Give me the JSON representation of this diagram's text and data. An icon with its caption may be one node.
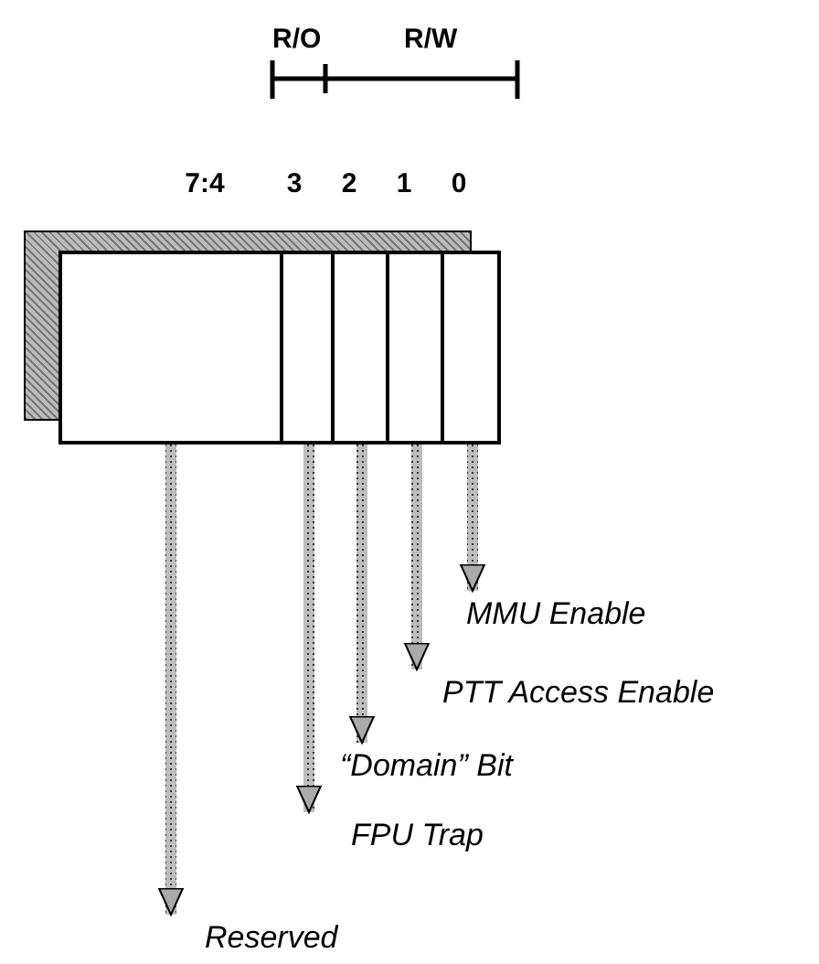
{
  "diagram": {
    "nodes": [
      {
        "text": [],
        "shape": "box"
      },
      {
        "text": [],
        "shape": "box",
        "in": 0
      },
      {
        "text": [],
        "shape": "box",
        "in": 0
      },
      {
        "text": [],
        "shape": "box",
        "in": 0
      },
      {
        "text": [],
        "shape": "box",
        "in": 0
      },
      {
        "text": [],
        "shape": "box",
        "in": 0
      },
      {
        "text": [
          "Reserved"
        ]
      },
      {
        "text": [
          "FPU Trap"
        ]
      },
      {
        "text": [
          "“Domain” Bit"
        ]
      },
      {
        "text": [
          "PTT Access Enable"
        ]
      },
      {
        "text": [
          "MMU Enable"
        ]
      }
    ],
    "edges": [
      {
        "from": 1,
        "to": 6,
        "arrow": "to"
      },
      {
        "from": 2,
        "to": 7,
        "arrow": "to"
      },
      {
        "from": 3,
        "to": 8,
        "arrow": "to"
      },
      {
        "from": 4,
        "to": 9,
        "arrow": "to"
      },
      {
        "from": 5,
        "to": 10,
        "arrow": "to"
      }
    ],
    "labels": [
      "R/O",
      "R/W",
      "7:4",
      "3",
      "2",
      "1",
      "0"
    ]
  }
}
